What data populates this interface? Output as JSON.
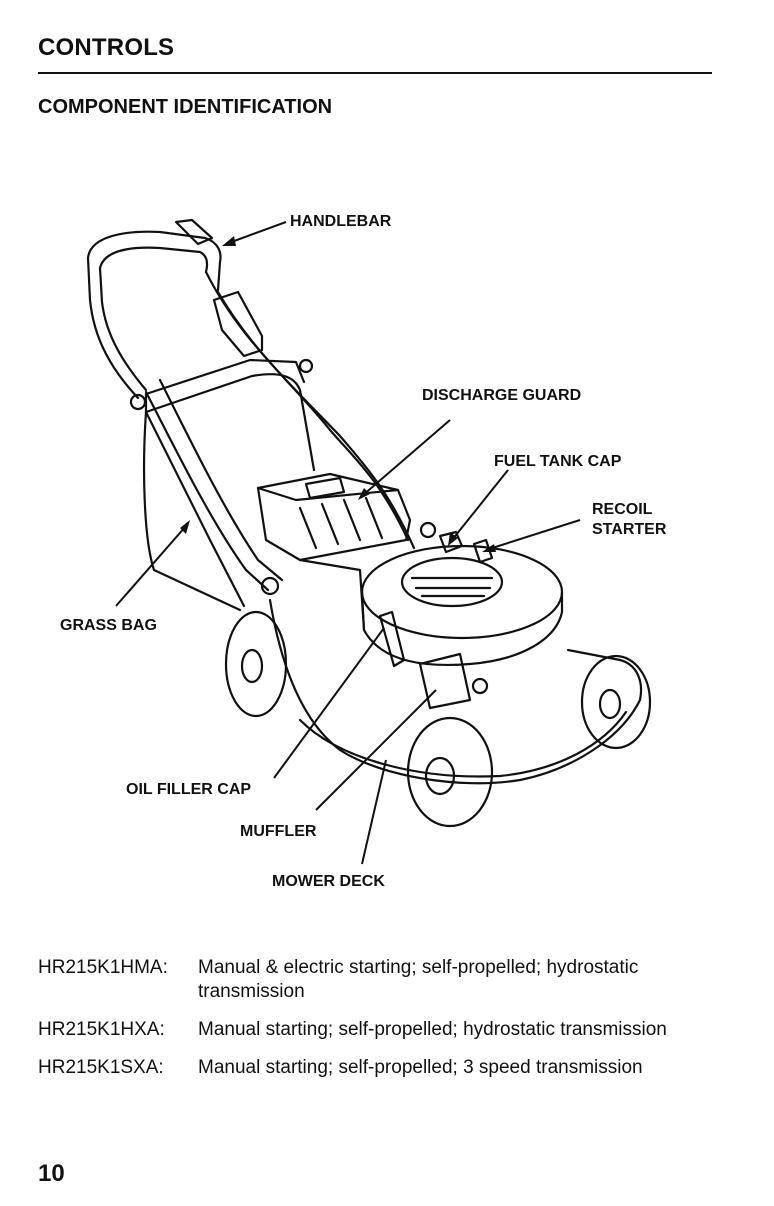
{
  "header": {
    "section_title": "CONTROLS",
    "subtitle": "COMPONENT IDENTIFICATION"
  },
  "diagram": {
    "labels": {
      "handlebar": "HANDLEBAR",
      "discharge_guard": "DISCHARGE GUARD",
      "fuel_tank_cap": "FUEL TANK CAP",
      "recoil_line1": "RECOIL",
      "recoil_line2": "STARTER",
      "grass_bag": "GRASS BAG",
      "oil_filler_cap": "OIL FILLER CAP",
      "muffler": "MUFFLER",
      "mower_deck": "MOWER DECK"
    }
  },
  "models": [
    {
      "code": "HR215K1HMA:",
      "desc": "Manual & electric starting; self-propelled; hydrostatic transmission"
    },
    {
      "code": "HR215K1HXA:",
      "desc": "Manual starting; self-propelled; hydrostatic transmission"
    },
    {
      "code": "HR215K1SXA:",
      "desc": "Manual starting; self-propelled; 3 speed transmission"
    }
  ],
  "footer": {
    "page_number": "10"
  }
}
